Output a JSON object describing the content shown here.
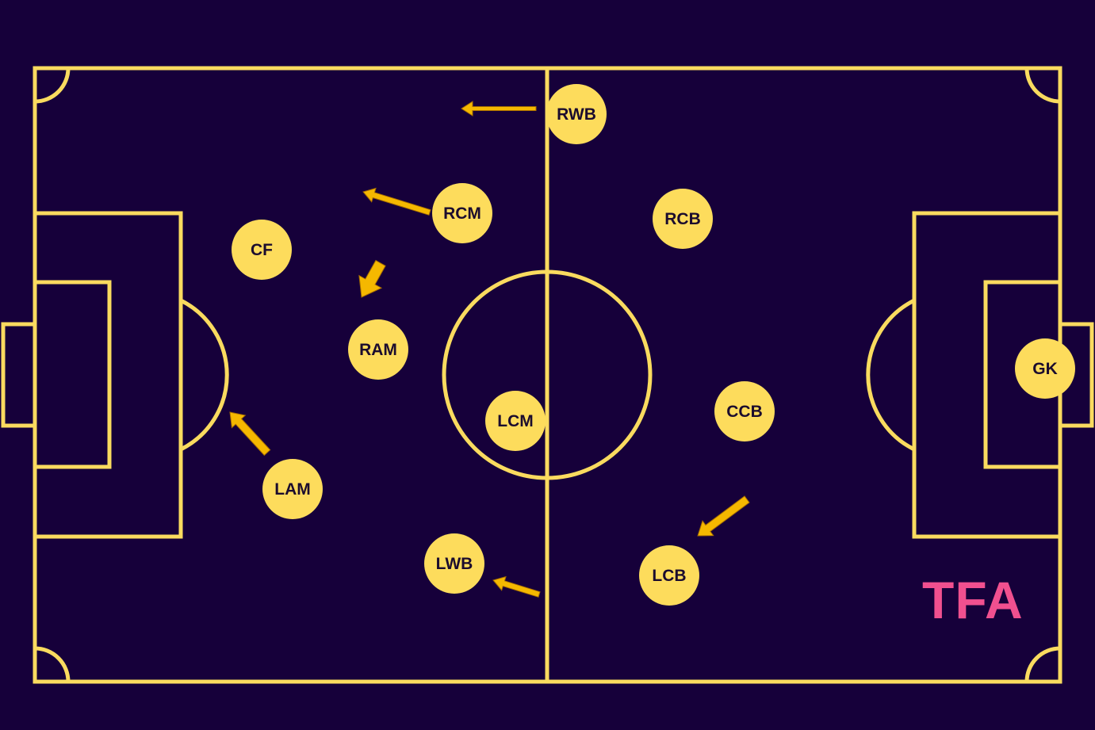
{
  "colors": {
    "background": "#16003a",
    "pitch_lines": "#fadb5f",
    "player_fill": "#fddc5c",
    "player_text": "#1b0c2e",
    "arrow": "#f5b800",
    "logo": "#f0508f"
  },
  "logo": {
    "text": "TFA"
  },
  "players": [
    {
      "id": "gk",
      "label": "GK"
    },
    {
      "id": "rcb",
      "label": "RCB"
    },
    {
      "id": "ccb",
      "label": "CCB"
    },
    {
      "id": "lcb",
      "label": "LCB"
    },
    {
      "id": "rwb",
      "label": "RWB"
    },
    {
      "id": "lwb",
      "label": "LWB"
    },
    {
      "id": "rcm",
      "label": "RCM"
    },
    {
      "id": "lcm",
      "label": "LCM"
    },
    {
      "id": "ram",
      "label": "RAM"
    },
    {
      "id": "lam",
      "label": "LAM"
    },
    {
      "id": "cf",
      "label": "CF"
    }
  ]
}
